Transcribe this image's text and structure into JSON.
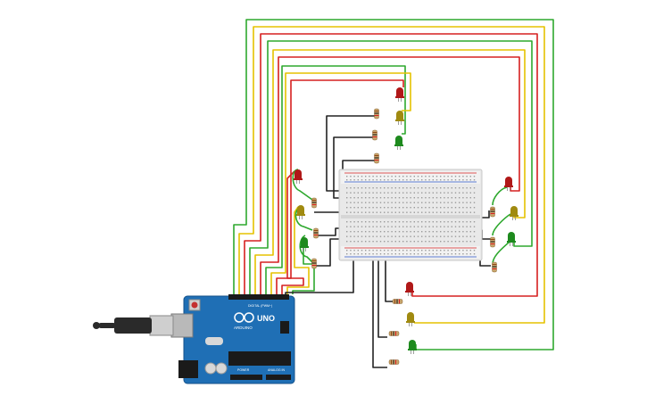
{
  "board": {
    "model": "UNO",
    "brand": "ARDUINO",
    "digital_label": "DIGITAL (PWM~)",
    "power_label": "POWER",
    "analog_label": "ANALOG IN",
    "icon": "arduino-infinity-logo"
  },
  "cable": {
    "icon": "usb-cable"
  },
  "colors": {
    "wire_red": "#d62020",
    "wire_yellow": "#e5c200",
    "wire_green": "#2ea82e",
    "wire_black": "#222222",
    "board_blue": "#1f6fb5",
    "breadboard": "#e9e9e9",
    "led_red": "#b01818",
    "led_yellow": "#a08a10",
    "led_green": "#1e8a1e",
    "resistor": "#c9a36b"
  },
  "traffic_lights": [
    {
      "id": "north",
      "leds": [
        "red",
        "yellow",
        "green"
      ]
    },
    {
      "id": "west",
      "leds": [
        "red",
        "yellow",
        "green"
      ]
    },
    {
      "id": "east",
      "leds": [
        "red",
        "yellow",
        "green"
      ]
    },
    {
      "id": "south",
      "leds": [
        "red",
        "yellow",
        "green"
      ]
    }
  ]
}
